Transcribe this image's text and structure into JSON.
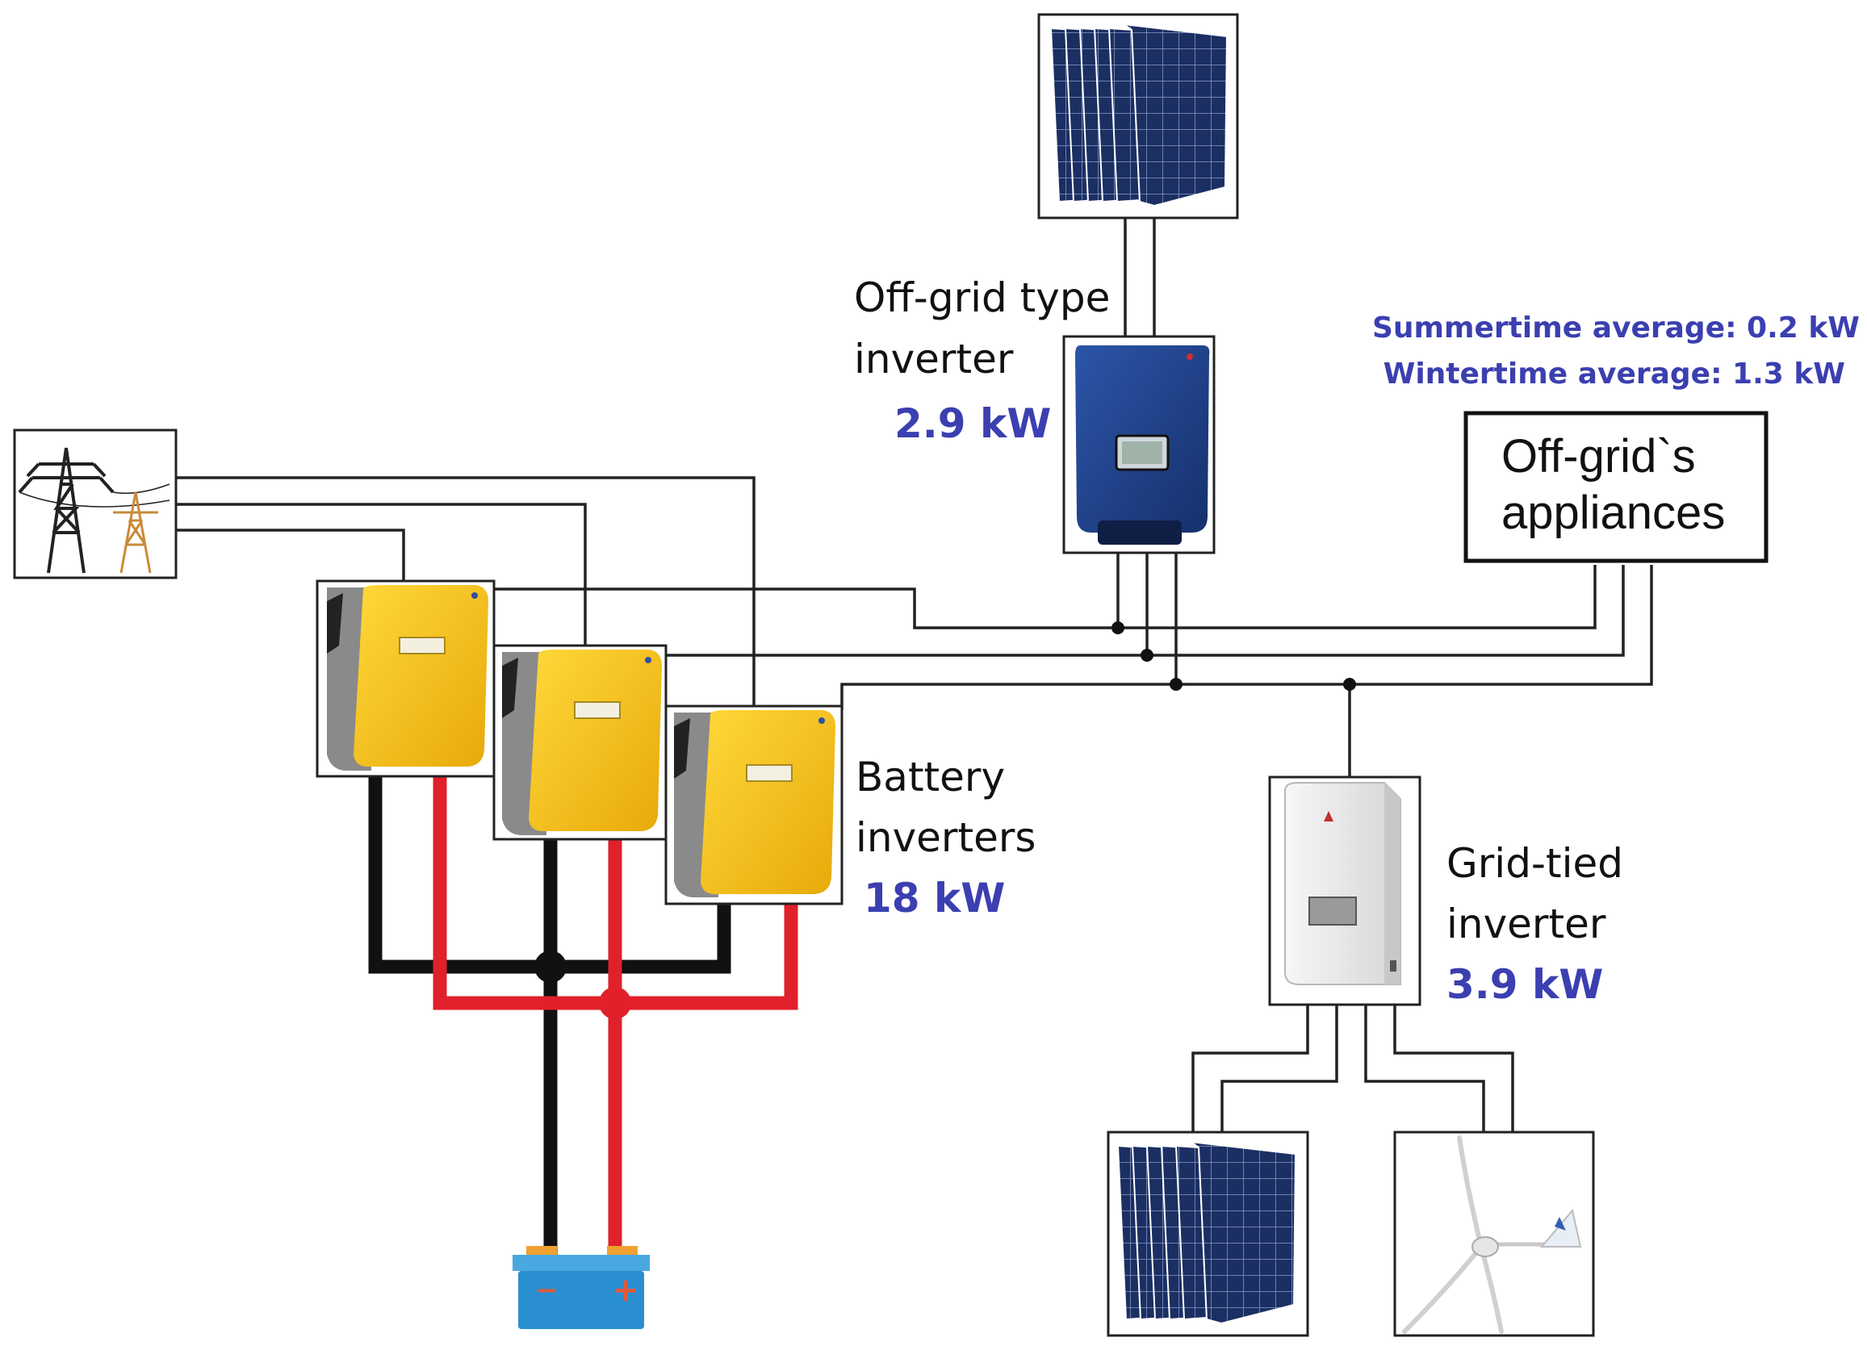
{
  "offgrid_inverter": {
    "label_line1": "Off-grid type",
    "label_line2": "inverter",
    "power": "2.9 kW"
  },
  "loads": {
    "summer": "Summertime average: 0.2 kW",
    "winter": "Wintertime average: 1.3 kW",
    "box_line1": "Off-grid`s",
    "box_line2": "appliances"
  },
  "battery_inverters": {
    "label_line1": "Battery",
    "label_line2": "inverters",
    "power": "18 kW"
  },
  "gridtied_inverter": {
    "label_line1": "Grid-tied",
    "label_line2": "inverter",
    "power": "3.9 kW"
  },
  "battery": {
    "minus": "−",
    "plus": "+"
  },
  "colors": {
    "accent_text": "#3b3fb0",
    "negative_cable": "#111111",
    "positive_cable": "#e0202a",
    "battery_inverter": "#f5c518",
    "offgrid_inverter": "#1f3f8a",
    "pv_panel": "#1c2f63",
    "battery_body": "#2a8fd0",
    "battery_terminal": "#f0a030"
  },
  "icons": [
    "transmission-tower-icon",
    "solar-panel-icon",
    "inverter-icon",
    "battery-icon",
    "wind-turbine-icon"
  ]
}
